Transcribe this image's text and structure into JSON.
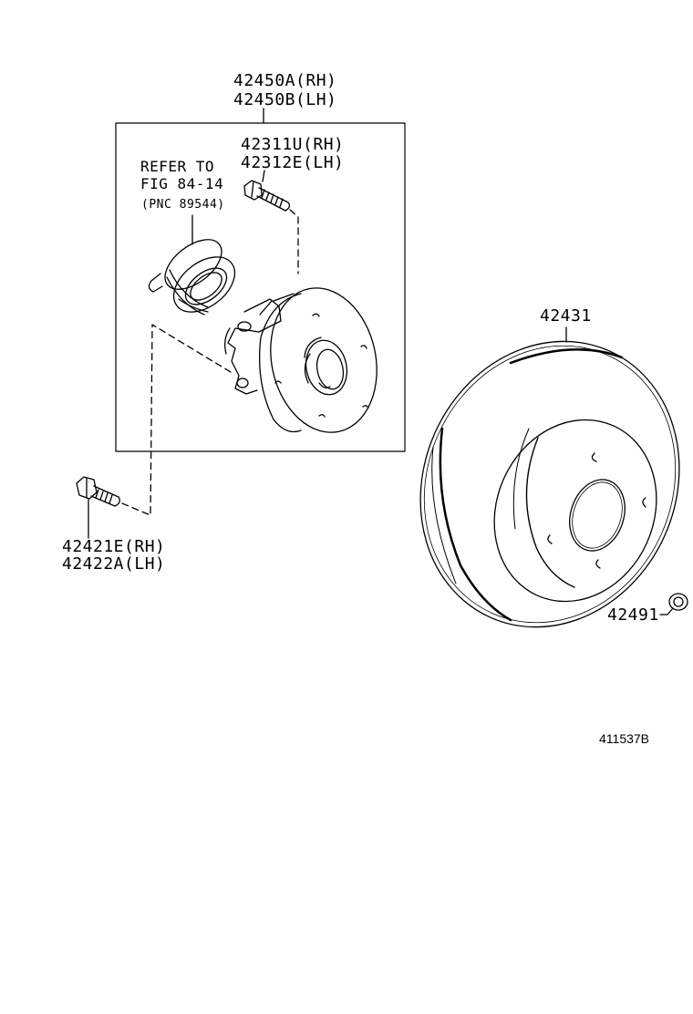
{
  "labels": {
    "hub_assembly": [
      "42450A(RH)",
      "42450B(LH)"
    ],
    "hub_bolt": [
      "42311U(RH)",
      "42312E(LH)"
    ],
    "refer_note": [
      "REFER TO",
      "FIG 84-14",
      "(PNC 89544)"
    ],
    "mount_bolt": [
      "42421E(RH)",
      "42422A(LH)"
    ],
    "disc": "42431",
    "screw": "42491",
    "illustration_code": "411537B"
  }
}
